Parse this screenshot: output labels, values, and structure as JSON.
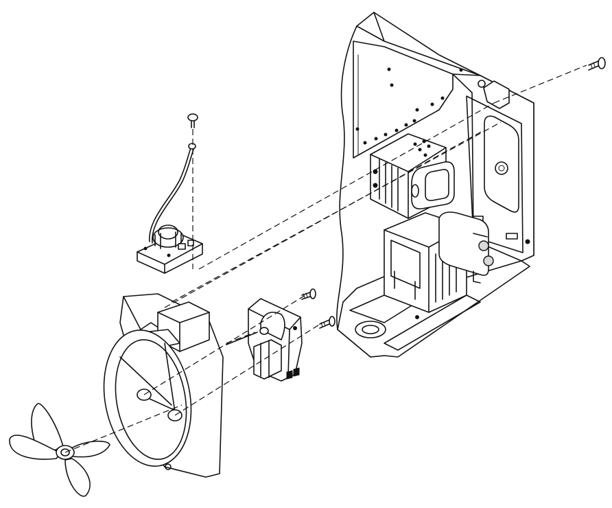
{
  "figure": {
    "kind": "exploded-assembly-line-drawing",
    "labels": [],
    "colors": {
      "line": "#111111",
      "background": "#ffffff",
      "shade": "#d9d9d9"
    }
  },
  "parts": [
    "microwave-cabinet",
    "magnetron",
    "high-voltage-transformer",
    "high-voltage-capacitor",
    "noise-filter-board",
    "fan-duct",
    "fan-motor",
    "fan-blade",
    "mounting-screws"
  ]
}
